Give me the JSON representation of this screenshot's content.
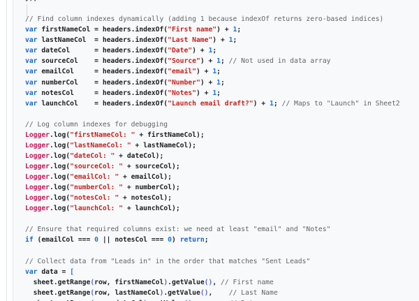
{
  "editor": {
    "background": "#f8f9fa",
    "gutter_divider_color": "#e3e6ea",
    "token_colors": {
      "c": "#5f6368",
      "k": "#1967d2",
      "s": "#c5221f",
      "n": "#1a73e8",
      "L": "#c2185b",
      "p": "#202124",
      "b": "#1a73e8",
      "q": "#5666d0"
    },
    "lines": [
      {
        "segments": [
          [
            "p",
            "});"
          ]
        ]
      },
      {
        "segments": []
      },
      {
        "segments": [
          [
            "c",
            "// Find column indexes dynamically (adding 1 because indexOf returns zero-based indices)"
          ]
        ]
      },
      {
        "segments": [
          [
            "k",
            "var"
          ],
          [
            "p",
            " firstNameCol = headers.indexOf("
          ],
          [
            "s",
            "\"First name\""
          ],
          [
            "p",
            ") + "
          ],
          [
            "n",
            "1"
          ],
          [
            "p",
            ";"
          ]
        ]
      },
      {
        "segments": [
          [
            "k",
            "var"
          ],
          [
            "p",
            " lastNameCol  = headers.indexOf("
          ],
          [
            "s",
            "\"Last Name\""
          ],
          [
            "p",
            ") + "
          ],
          [
            "n",
            "1"
          ],
          [
            "p",
            ";"
          ]
        ]
      },
      {
        "segments": [
          [
            "k",
            "var"
          ],
          [
            "p",
            " dateCol      = headers.indexOf("
          ],
          [
            "s",
            "\"Date\""
          ],
          [
            "p",
            ") + "
          ],
          [
            "n",
            "1"
          ],
          [
            "p",
            ";"
          ]
        ]
      },
      {
        "segments": [
          [
            "k",
            "var"
          ],
          [
            "p",
            " sourceCol    = headers.indexOf("
          ],
          [
            "s",
            "\"Source\""
          ],
          [
            "p",
            ") + "
          ],
          [
            "n",
            "1"
          ],
          [
            "p",
            "; "
          ],
          [
            "c",
            "// Not used in data array"
          ]
        ]
      },
      {
        "segments": [
          [
            "k",
            "var"
          ],
          [
            "p",
            " emailCol     = headers.indexOf("
          ],
          [
            "s",
            "\"email\""
          ],
          [
            "p",
            ") + "
          ],
          [
            "n",
            "1"
          ],
          [
            "p",
            ";"
          ]
        ]
      },
      {
        "segments": [
          [
            "k",
            "var"
          ],
          [
            "p",
            " numberCol    = headers.indexOf("
          ],
          [
            "s",
            "\"Number\""
          ],
          [
            "p",
            ") + "
          ],
          [
            "n",
            "1"
          ],
          [
            "p",
            ";"
          ]
        ]
      },
      {
        "segments": [
          [
            "k",
            "var"
          ],
          [
            "p",
            " notesCol     = headers.indexOf("
          ],
          [
            "s",
            "\"Notes\""
          ],
          [
            "p",
            ") + "
          ],
          [
            "n",
            "1"
          ],
          [
            "p",
            ";"
          ]
        ]
      },
      {
        "segments": [
          [
            "k",
            "var"
          ],
          [
            "p",
            " launchCol    = headers.indexOf("
          ],
          [
            "s",
            "\"Launch email draft?\""
          ],
          [
            "p",
            ") + "
          ],
          [
            "n",
            "1"
          ],
          [
            "p",
            "; "
          ],
          [
            "c",
            "// Maps to \"Launch\" in Sheet2"
          ]
        ]
      },
      {
        "segments": []
      },
      {
        "segments": [
          [
            "c",
            "// Log column indexes for debugging"
          ]
        ]
      },
      {
        "segments": [
          [
            "L",
            "Logger"
          ],
          [
            "p",
            ".log("
          ],
          [
            "s",
            "\"firstNameCol: \""
          ],
          [
            "p",
            " + firstNameCol);"
          ]
        ]
      },
      {
        "segments": [
          [
            "L",
            "Logger"
          ],
          [
            "p",
            ".log("
          ],
          [
            "s",
            "\"lastNameCol: \""
          ],
          [
            "p",
            " + lastNameCol);"
          ]
        ]
      },
      {
        "segments": [
          [
            "L",
            "Logger"
          ],
          [
            "p",
            ".log("
          ],
          [
            "s",
            "\"dateCol: \""
          ],
          [
            "p",
            " + dateCol);"
          ]
        ]
      },
      {
        "segments": [
          [
            "L",
            "Logger"
          ],
          [
            "p",
            ".log("
          ],
          [
            "s",
            "\"sourceCol: \""
          ],
          [
            "p",
            " + sourceCol);"
          ]
        ]
      },
      {
        "segments": [
          [
            "L",
            "Logger"
          ],
          [
            "p",
            ".log("
          ],
          [
            "s",
            "\"emailCol: \""
          ],
          [
            "p",
            " + emailCol);"
          ]
        ]
      },
      {
        "segments": [
          [
            "L",
            "Logger"
          ],
          [
            "p",
            ".log("
          ],
          [
            "s",
            "\"numberCol: \""
          ],
          [
            "p",
            " + numberCol);"
          ]
        ]
      },
      {
        "segments": [
          [
            "L",
            "Logger"
          ],
          [
            "p",
            ".log("
          ],
          [
            "s",
            "\"notesCol: \""
          ],
          [
            "p",
            " + notesCol);"
          ]
        ]
      },
      {
        "segments": [
          [
            "L",
            "Logger"
          ],
          [
            "p",
            ".log("
          ],
          [
            "s",
            "\"launchCol: \""
          ],
          [
            "p",
            " + launchCol);"
          ]
        ]
      },
      {
        "segments": []
      },
      {
        "segments": [
          [
            "c",
            "// Ensure that required columns exist: we need at least \"email\" and \"Notes\""
          ]
        ]
      },
      {
        "segments": [
          [
            "k",
            "if"
          ],
          [
            "p",
            " (emailCol === "
          ],
          [
            "n",
            "0"
          ],
          [
            "p",
            " || notesCol === "
          ],
          [
            "n",
            "0"
          ],
          [
            "p",
            ") "
          ],
          [
            "k",
            "return"
          ],
          [
            "p",
            ";"
          ]
        ]
      },
      {
        "segments": []
      },
      {
        "segments": [
          [
            "c",
            "// Collect data from \"Leads in\" in the order that matches \"Sent Leads\""
          ]
        ]
      },
      {
        "segments": [
          [
            "k",
            "var"
          ],
          [
            "p",
            " data = "
          ],
          [
            "b",
            "["
          ]
        ]
      },
      {
        "segments": [
          [
            "p",
            "  sheet.getRange"
          ],
          [
            "q",
            "("
          ],
          [
            "p",
            "row, firstNameCol"
          ],
          [
            "q",
            ")"
          ],
          [
            "p",
            ".getValue"
          ],
          [
            "q",
            "()"
          ],
          [
            "p",
            ", "
          ],
          [
            "c",
            "// First name"
          ]
        ]
      },
      {
        "segments": [
          [
            "p",
            "  sheet.getRange"
          ],
          [
            "q",
            "("
          ],
          [
            "p",
            "row, lastNameCol"
          ],
          [
            "q",
            ")"
          ],
          [
            "p",
            ".getValue"
          ],
          [
            "q",
            "()"
          ],
          [
            "p",
            ",    "
          ],
          [
            "c",
            "// Last Name"
          ]
        ]
      },
      {
        "segments": [
          [
            "p",
            "  sheet.getRange"
          ],
          [
            "q",
            "("
          ],
          [
            "p",
            "row, dateCol"
          ],
          [
            "q",
            ")"
          ],
          [
            "p",
            ".getValue"
          ],
          [
            "q",
            "()"
          ],
          [
            "p",
            ",        "
          ],
          [
            "c",
            "// Date"
          ]
        ]
      }
    ]
  }
}
